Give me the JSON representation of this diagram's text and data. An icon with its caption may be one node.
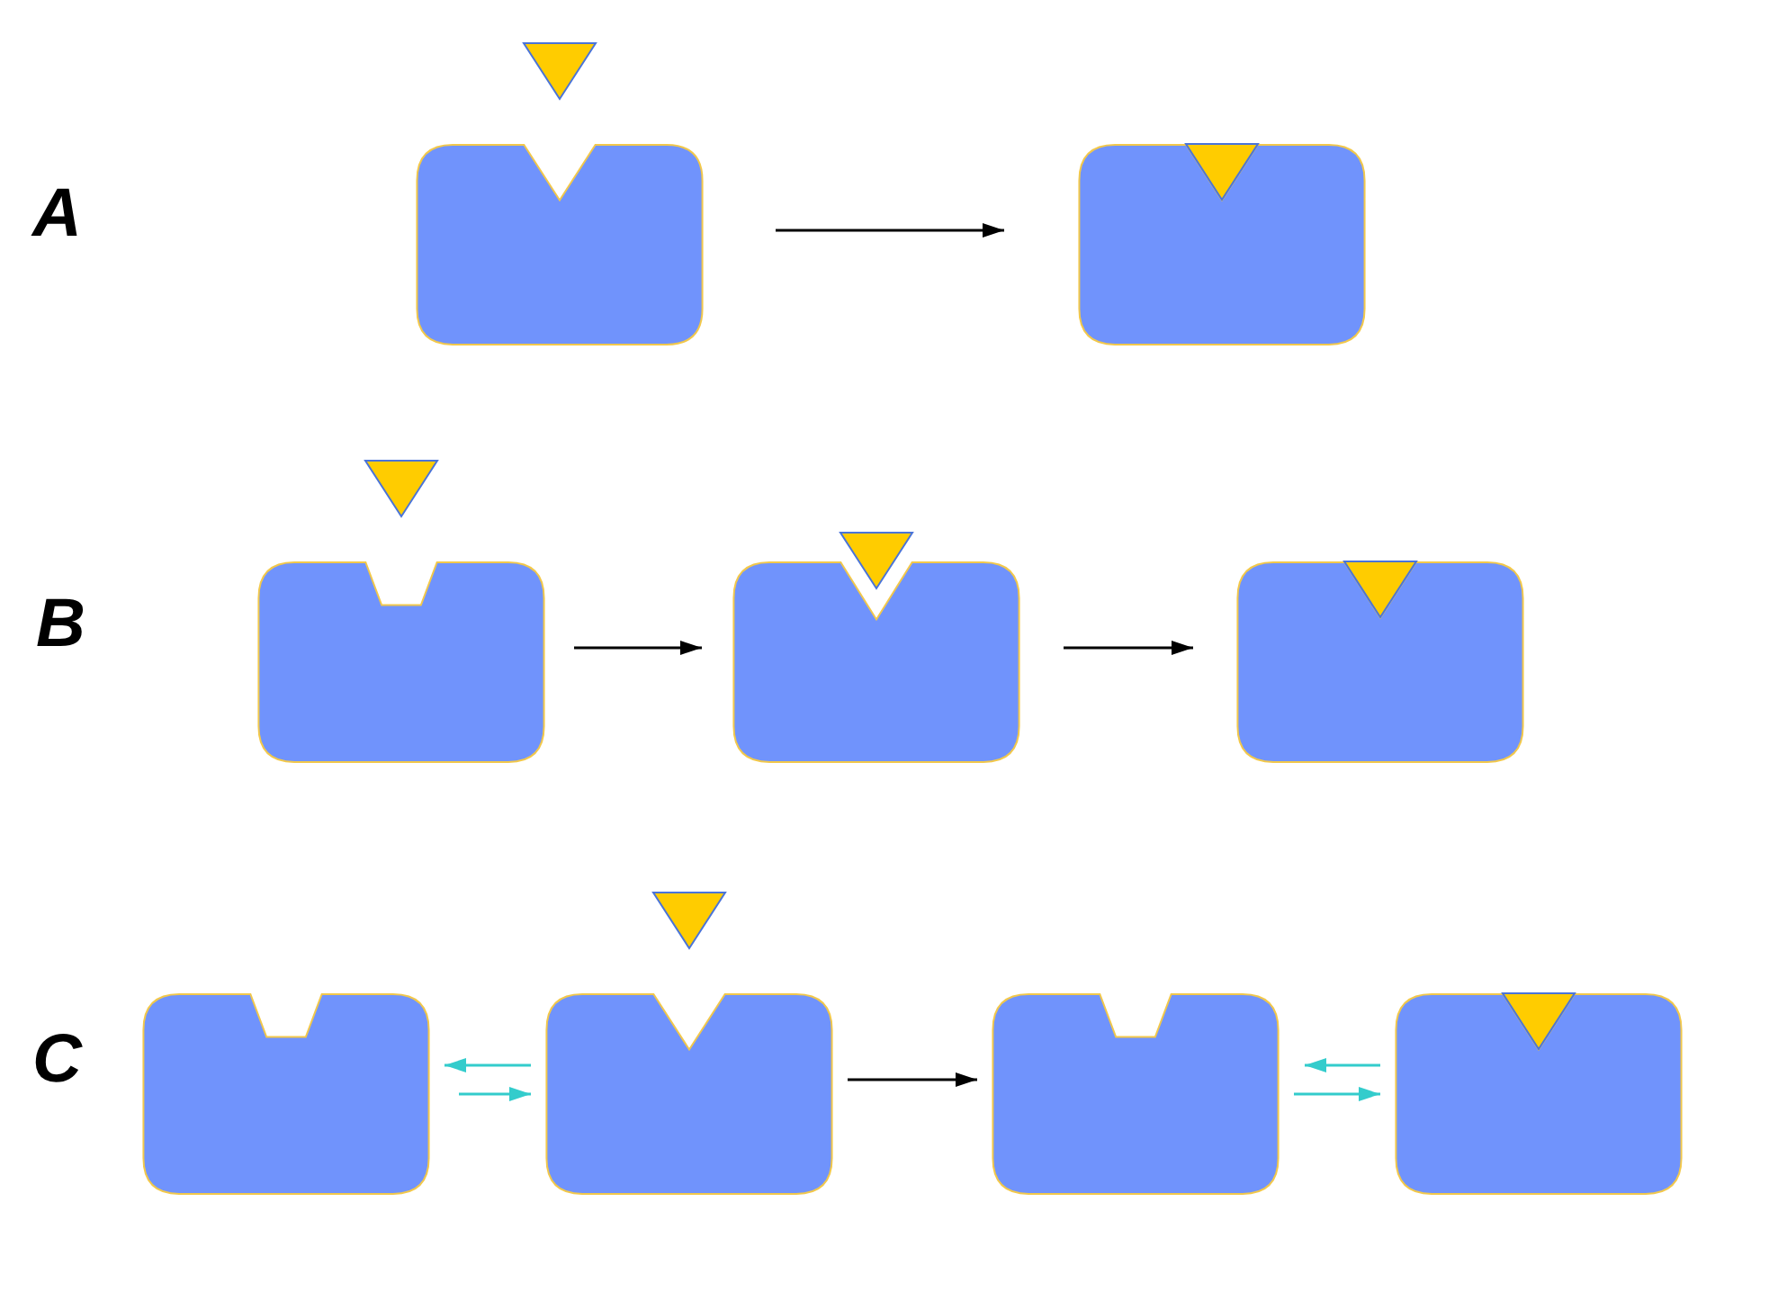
{
  "diagram": {
    "nodes": [
      {
        "text": [],
        "shape": "box"
      },
      {
        "text": [],
        "shape": "box"
      },
      {
        "text": [],
        "shape": "box"
      },
      {
        "text": [],
        "shape": "box"
      },
      {
        "text": [],
        "shape": "box"
      },
      {
        "text": [],
        "shape": "box"
      },
      {
        "text": [],
        "shape": "box"
      },
      {
        "text": [],
        "shape": "box"
      },
      {
        "text": [],
        "shape": "box"
      }
    ],
    "edges": [
      {
        "from": 0,
        "to": 1,
        "arrow": "to"
      },
      {
        "from": 2,
        "to": 3,
        "arrow": "to"
      },
      {
        "from": 3,
        "to": 4,
        "arrow": "to"
      },
      {
        "from": 6,
        "to": 5,
        "arrow": "to",
        "color": "#33cccc"
      },
      {
        "from": 5,
        "to": 6,
        "arrow": "to",
        "color": "#33cccc"
      },
      {
        "from": 6,
        "to": 7,
        "arrow": "to"
      },
      {
        "from": 8,
        "to": 7,
        "arrow": "to",
        "color": "#33cccc"
      },
      {
        "from": 7,
        "to": 8,
        "arrow": "to",
        "color": "#33cccc"
      }
    ],
    "labels": [
      "A",
      "B",
      "C"
    ]
  }
}
